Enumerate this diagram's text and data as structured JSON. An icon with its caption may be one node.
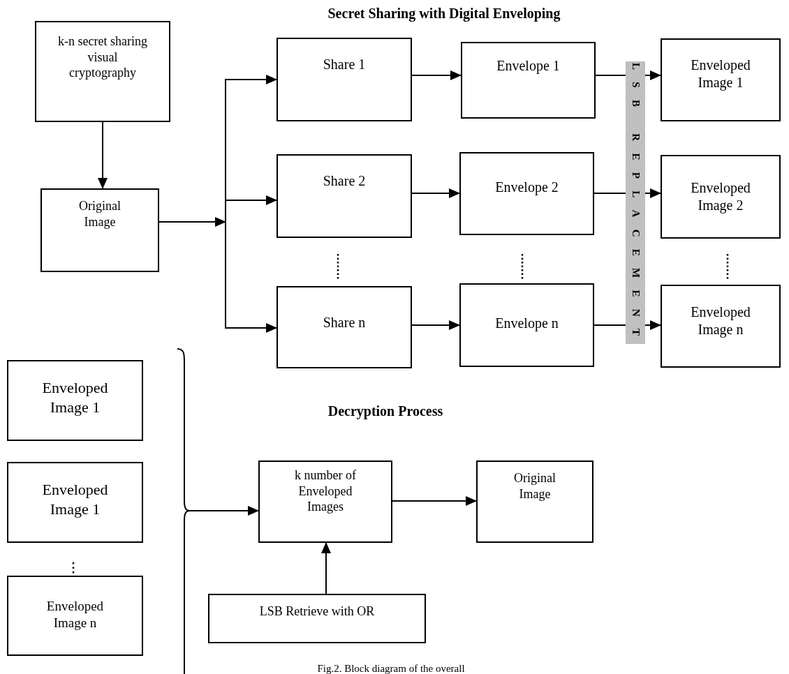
{
  "diagram": {
    "title": "Secret Sharing with Digital Enveloping",
    "caption": "Fig.2. Block diagram of the overall",
    "nodes": [
      {
        "text": [
          "k-n secret sharing visual cryptography"
        ]
      },
      {
        "text": [
          "Original Image"
        ]
      },
      {
        "text": [
          "Share 1"
        ]
      },
      {
        "text": [
          "Envelope 1"
        ]
      },
      {
        "text": [
          "Enveloped Image 1"
        ]
      },
      {
        "text": [
          "Share 2"
        ]
      },
      {
        "text": [
          "Envelope 2"
        ]
      },
      {
        "text": [
          "Enveloped Image 2"
        ]
      },
      {
        "text": [
          "Share n"
        ]
      },
      {
        "text": [
          "Envelope n"
        ]
      },
      {
        "text": [
          "Enveloped Image n"
        ]
      },
      {
        "text": [
          "LSB REPLACEMENT"
        ]
      },
      {
        "text": [
          "Enveloped Image 1"
        ]
      },
      {
        "text": [
          "Enveloped Image 1"
        ]
      },
      {
        "text": [
          "Enveloped Image n"
        ]
      },
      {
        "text": [],
        "shape": "brace"
      },
      {
        "text": [
          "k number of Enveloped Images"
        ]
      },
      {
        "text": [
          "Original Image"
        ]
      },
      {
        "text": [
          "LSB Retrieve with OR"
        ]
      }
    ],
    "edges": [
      {
        "from": 0,
        "to": 1,
        "arrow": "to"
      },
      {
        "from": 1,
        "to": 2,
        "arrow": "to"
      },
      {
        "from": 1,
        "to": 5,
        "arrow": "to"
      },
      {
        "from": 1,
        "to": 8,
        "arrow": "to"
      },
      {
        "from": 2,
        "to": 3,
        "arrow": "to"
      },
      {
        "from": 5,
        "to": 6,
        "arrow": "to"
      },
      {
        "from": 8,
        "to": 9,
        "arrow": "to"
      },
      {
        "from": 3,
        "to": 11,
        "arrow": "none"
      },
      {
        "from": 6,
        "to": 11,
        "arrow": "none"
      },
      {
        "from": 9,
        "to": 11,
        "arrow": "none"
      },
      {
        "from": 11,
        "to": 4,
        "arrow": "to"
      },
      {
        "from": 11,
        "to": 7,
        "arrow": "to"
      },
      {
        "from": 11,
        "to": 10,
        "arrow": "to"
      },
      {
        "from": 15,
        "to": 16,
        "arrow": "to"
      },
      {
        "from": 16,
        "to": 17,
        "arrow": "to"
      },
      {
        "from": 18,
        "to": 16,
        "arrow": "to"
      }
    ],
    "labels": [
      "Decryption Process"
    ]
  }
}
